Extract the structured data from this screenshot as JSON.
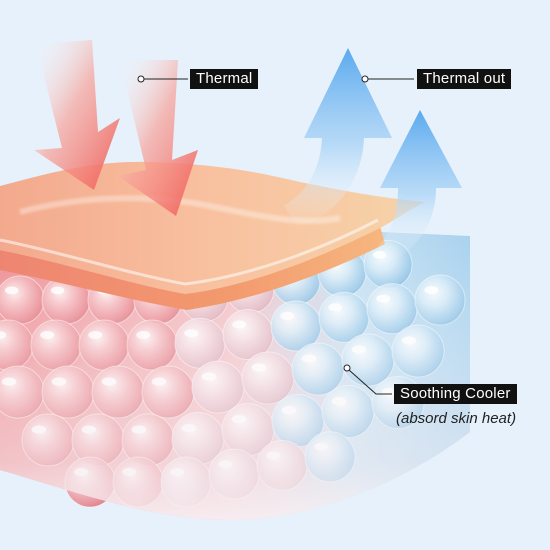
{
  "labels": {
    "thermal": "Thermal",
    "thermal_out": "Thermal out",
    "soothing_cooler": "Soothing Cooler",
    "soothing_caption": "(absord skin heat)"
  },
  "colors": {
    "background": "#e6f1fb",
    "heat_arrow": "#f06a62",
    "cool_arrow": "#63aef0",
    "skin_top": "#f6b98f",
    "skin_edge": "#f28f74",
    "bubble_warm": "#ec7d84",
    "bubble_cool": "#8cc6ea",
    "label_bg": "#111111",
    "label_text": "#ffffff"
  }
}
